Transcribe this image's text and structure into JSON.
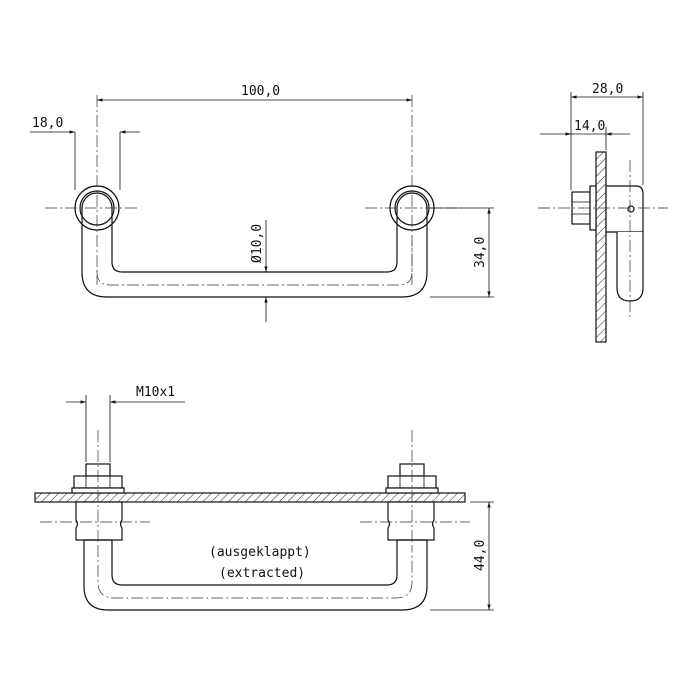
{
  "dimensions": {
    "front_width": "100,0",
    "front_eye_offset": "18,0",
    "front_diameter": "Ø10,0",
    "front_height": "34,0",
    "side_depth": "28,0",
    "side_offset": "14,0",
    "thread": "M10x1",
    "extracted_height": "44,0"
  },
  "notes": {
    "extracted_de": "(ausgeklappt)",
    "extracted_en": "(extracted)"
  }
}
